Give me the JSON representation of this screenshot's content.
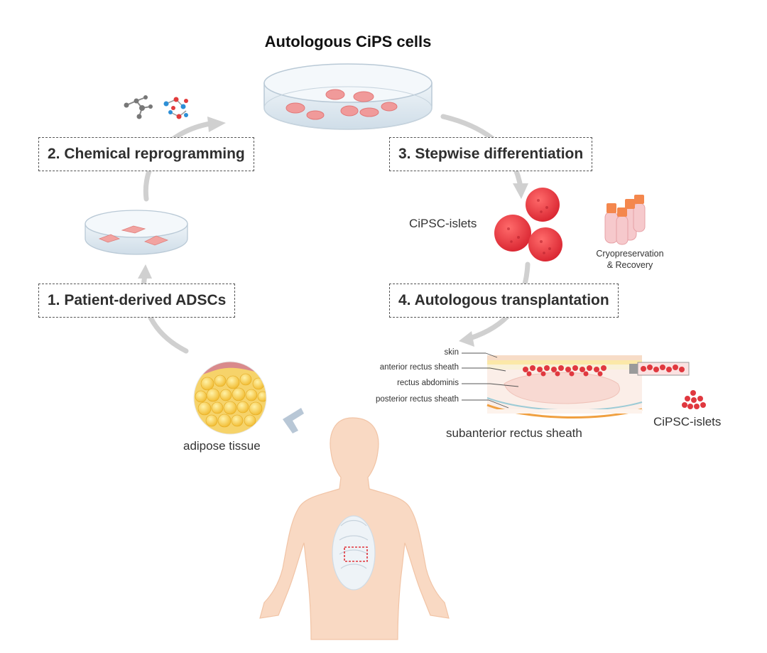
{
  "title": "Autologous CiPS cells",
  "steps": {
    "step1": "1. Patient-derived ADSCs",
    "step2": "2. Chemical reprogramming",
    "step3": "3. Stepwise differentiation",
    "step4": "4. Autologous transplantation"
  },
  "labels": {
    "islets_top": "CiPSC-islets",
    "cryo_line1": "Cryopreservation",
    "cryo_line2": "& Recovery",
    "adipose": "adipose tissue",
    "subanterior": "subanterior rectus sheath",
    "islets_right": "CiPSC-islets"
  },
  "layers": {
    "skin": "skin",
    "anterior": "anterior rectus sheath",
    "rectus": "rectus abdominis",
    "posterior": "posterior rectus sheath"
  },
  "colors": {
    "islet_red": "#e0383f",
    "arrow_gray": "#cfcfcf",
    "fat_yellow": "#f2c23a",
    "body_skin": "#f8d4bd"
  }
}
